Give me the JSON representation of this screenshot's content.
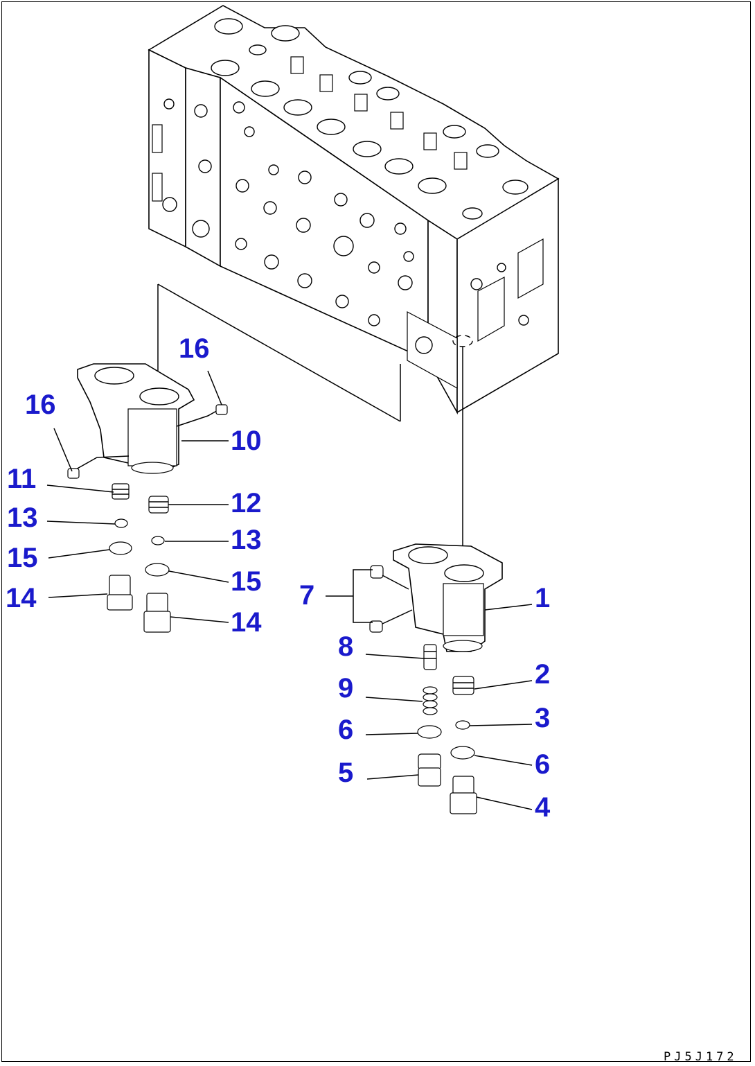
{
  "drawing_code": "PJ5J172",
  "callouts": {
    "c1": "1",
    "c2": "2",
    "c3": "3",
    "c4": "4",
    "c5": "5",
    "c6a": "6",
    "c6b": "6",
    "c7": "7",
    "c8": "8",
    "c9": "9",
    "c10": "10",
    "c11": "11",
    "c12": "12",
    "c13a": "13",
    "c13b": "13",
    "c14a": "14",
    "c14b": "14",
    "c15a": "15",
    "c15b": "15",
    "c16a": "16",
    "c16b": "16"
  },
  "colors": {
    "callout": "#1a1acc",
    "line": "#000000",
    "background": "#ffffff"
  }
}
